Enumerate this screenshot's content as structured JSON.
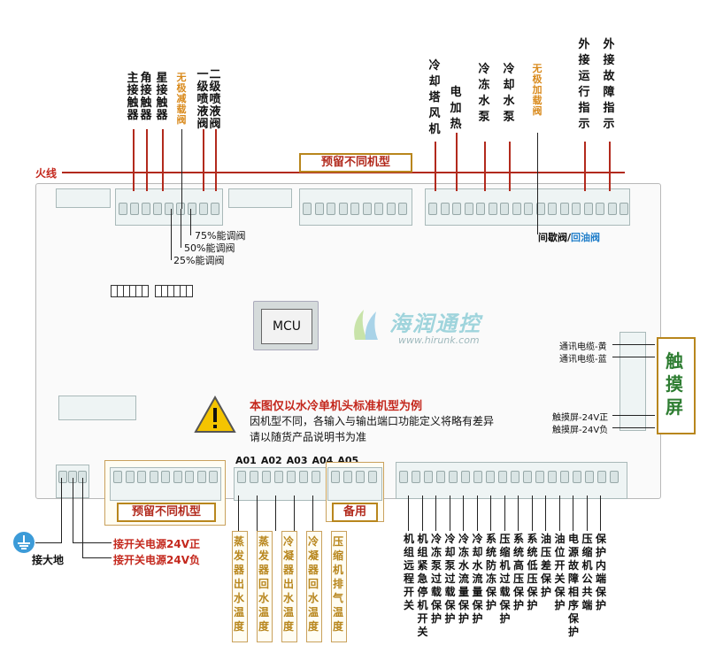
{
  "top_labels": {
    "main_contactor": "主\n接\n触\n器",
    "delta_contactor": "角\n接\n触\n器",
    "star_contactor": "星\n接\n触\n器",
    "stepless_unload_valve": "无\n极\n减\n载\n阀",
    "level1_spray": "一\n级\n喷\n液\n阀",
    "level2_spray": "二\n级\n喷\n液\n阀",
    "cooling_tower_fan": "冷\n却\n塔\n风\n机",
    "electric_heating": "电\n加\n热",
    "chilled_water_pump": "冷\n冻\n水\n泵",
    "cooling_water_pump": "冷\n却\n水\n泵",
    "stepless_load_valve": "无\n极\n加\n载\n阀",
    "ext_run_indicator": "外\n接\n运\n行\n指\n示",
    "ext_fault_indicator": "外\n接\n故\n障\n指\n示"
  },
  "live_wire_label": "火线",
  "reserved_top_label": "预留不同机型",
  "percent_valves": [
    "75%能调阀",
    "50%能调阀",
    "25%能调阀"
  ],
  "intermittent_valve": "间歇阀",
  "slash": "/",
  "oil_return_valve": "回油阀",
  "mcu_label": "MCU",
  "brand_name": "海润通控",
  "brand_url": "www.hirunk.com",
  "notice": {
    "title": "本图仅以水冷单机头标准机型为例",
    "line1": "因机型不同，各输入与输出端口功能定义将略有差异",
    "line2": "请以随货产品说明书为准"
  },
  "comm_cables": [
    "通讯电缆-黄",
    "通讯电缆-蓝"
  ],
  "touch_power": [
    "触摸屏-24V正",
    "触摸屏-24V负"
  ],
  "touch_screen": "触\n摸\n屏",
  "analog_headers": [
    "A01",
    "A02",
    "A03",
    "A04",
    "A05"
  ],
  "reserved_bottom_label": "预留不同机型",
  "spare_label": "备用",
  "ground_label": "接大地",
  "switch_power_pos": "接开关电源24V正",
  "switch_power_neg": "接开关电源24V负",
  "temp_sensors": [
    "蒸\n发\n器\n出\n水\n温\n度",
    "蒸\n发\n器\n回\n水\n温\n度",
    "冷\n凝\n器\n出\n水\n温\n度",
    "冷\n凝\n器\n回\n水\n温\n度",
    "压\n缩\n机\n排\n气\n温\n度"
  ],
  "protections": [
    "机\n组\n远\n程\n开\n关",
    "机\n组\n紧\n急\n停\n机\n开\n关",
    "冷\n冻\n泵\n过\n载\n保\n护",
    "冷\n却\n泵\n过\n载\n保\n护",
    "冷\n冻\n水\n流\n量\n保\n护",
    "冷\n却\n水\n流\n量\n保\n护",
    "系\n统\n防\n冻\n保\n护",
    "压\n缩\n机\n过\n载\n保\n护",
    "系\n统\n高\n压\n保\n护",
    "系\n统\n低\n压\n保\n护",
    "油\n压\n差\n保\n护",
    "油\n位\n开\n关\n保\n护",
    "电\n源\n故\n障\n相\n序\n保\n护",
    "压\n缩\n机\n公\n共\n端",
    "保\n护\n内\n端\n保\n护"
  ],
  "colors": {
    "live_wire": "#b22a1d",
    "box_border": "#b8861d",
    "green_text": "#2e7d32",
    "blue_text": "#1e7dc9"
  }
}
